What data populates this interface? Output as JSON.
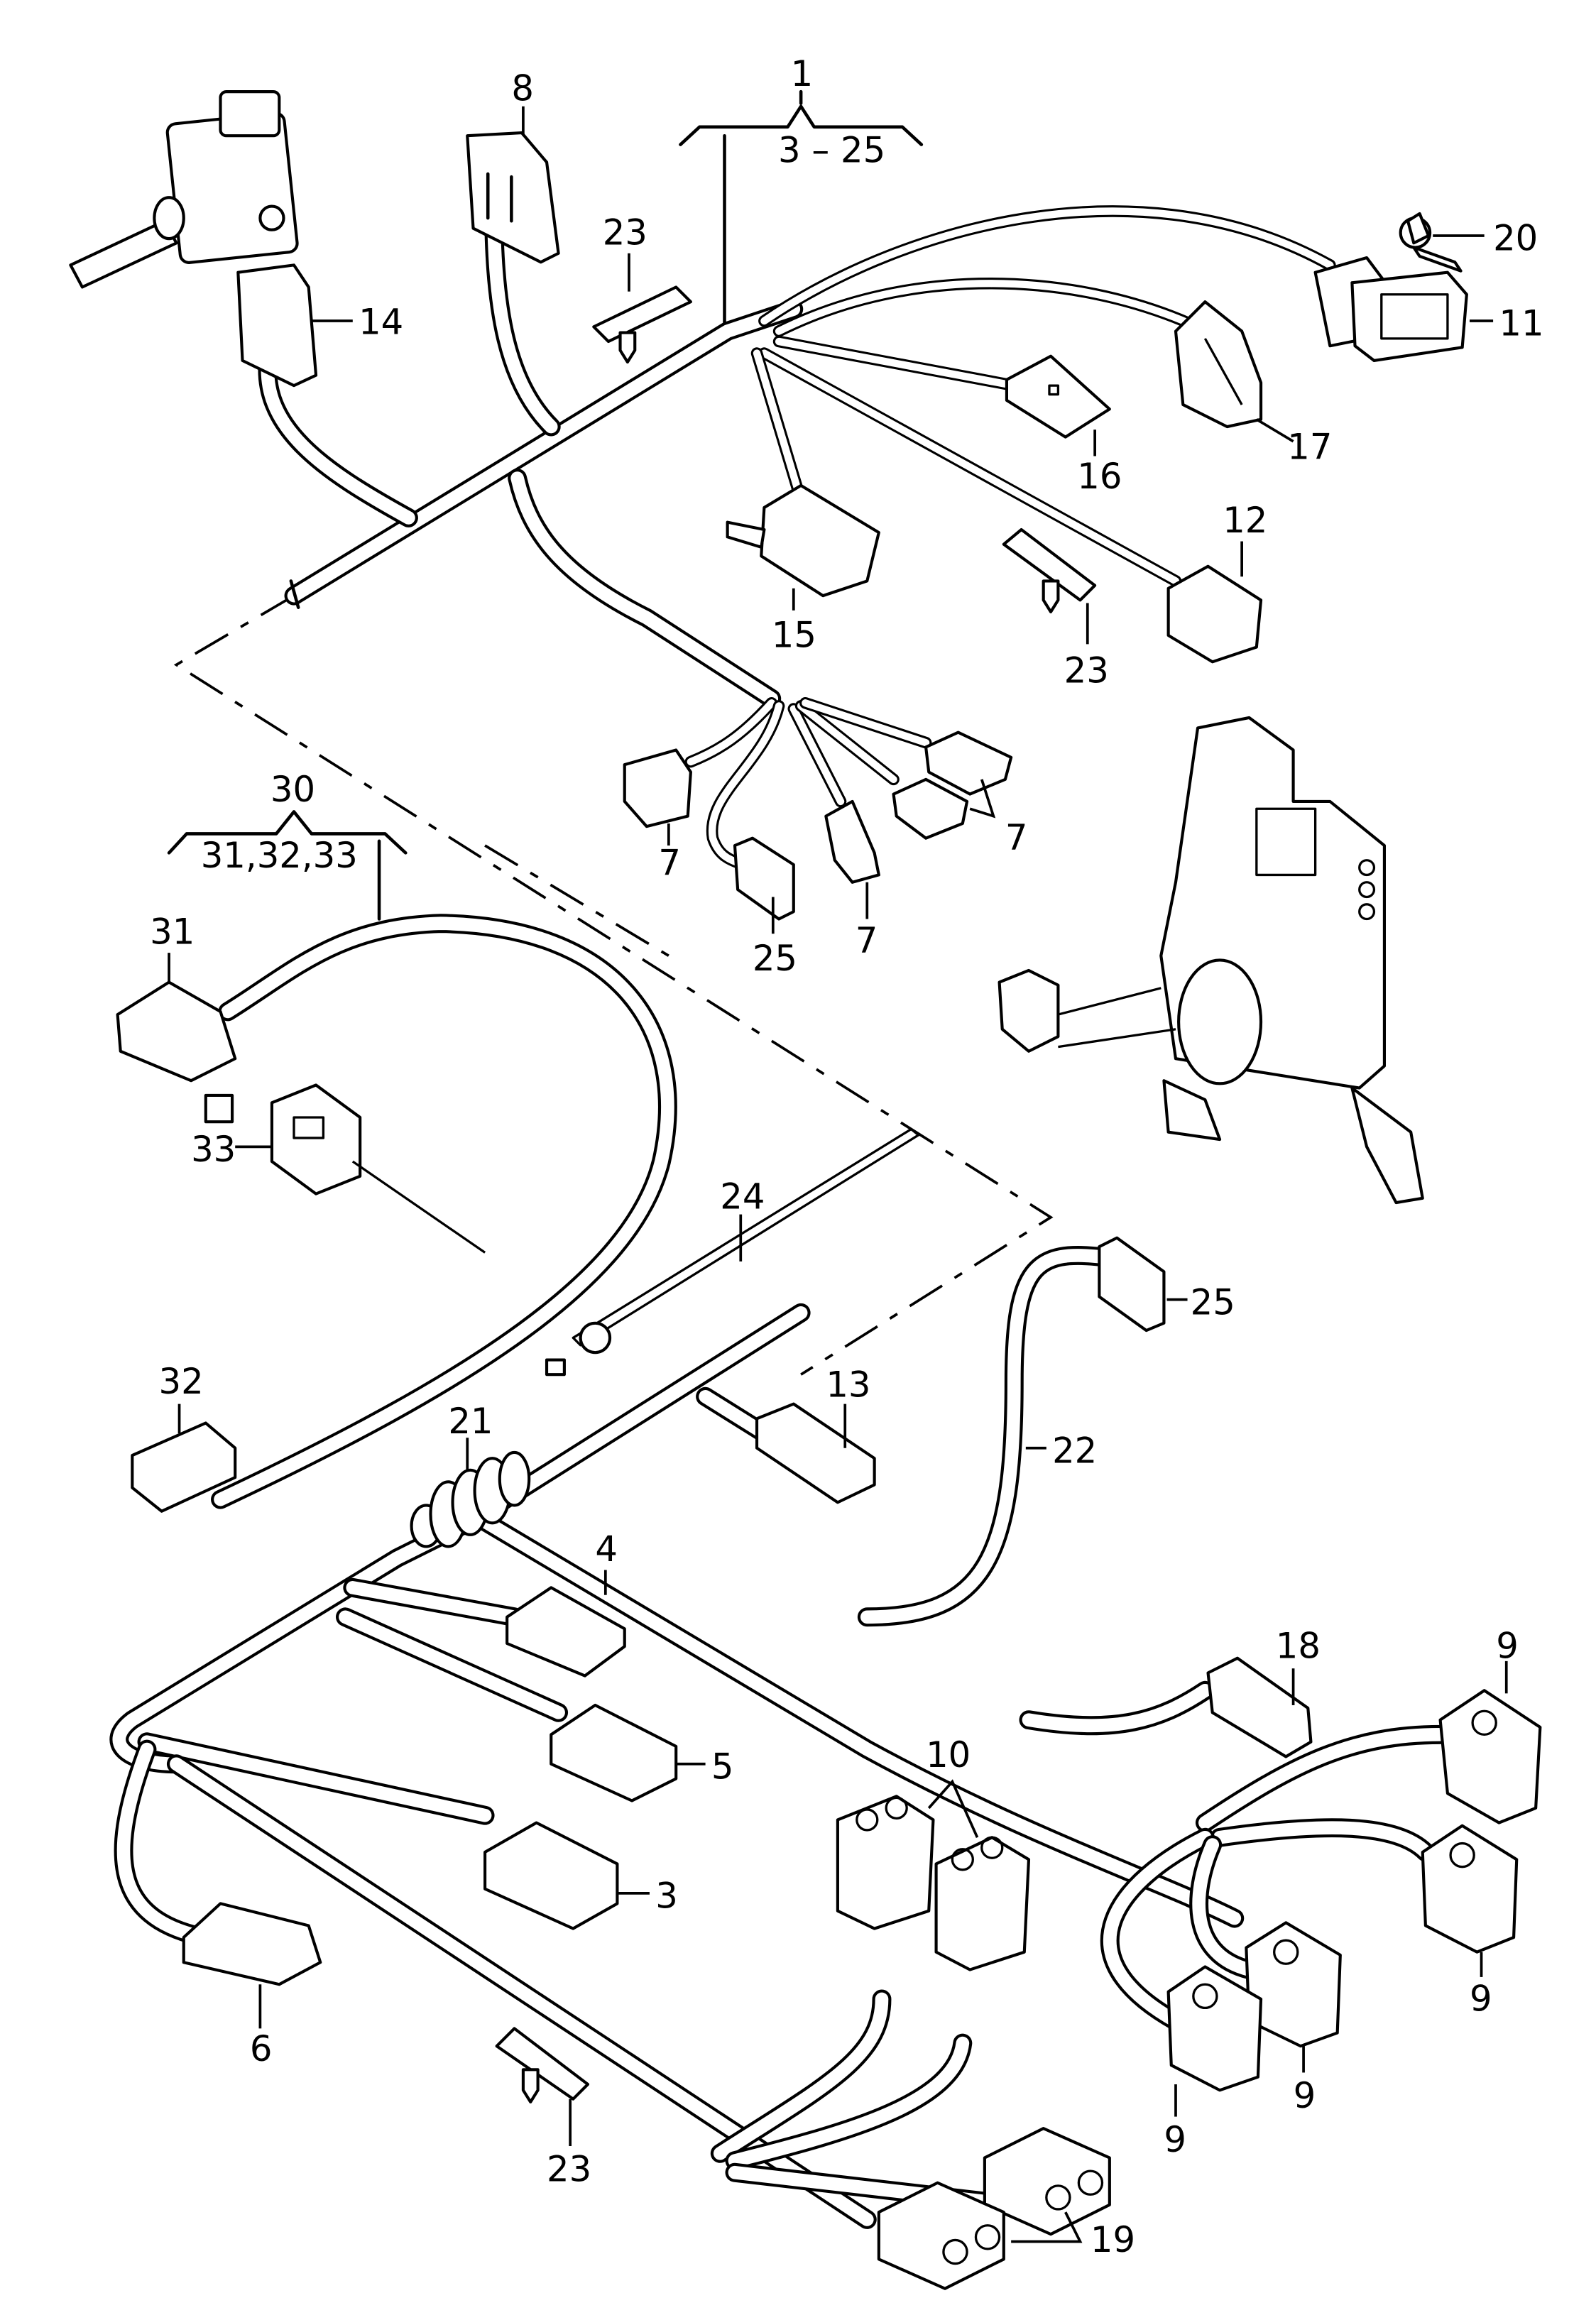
{
  "diagram": {
    "title": "Wiring harness assembly — exploded parts view",
    "groups": [
      {
        "id": "group-1",
        "label": "1",
        "range": "3 – 25"
      },
      {
        "id": "group-30",
        "label": "30",
        "range": "31,32,33"
      }
    ],
    "callouts": {
      "p3": "3",
      "p4": "4",
      "p5": "5",
      "p6": "6",
      "p7a": "7",
      "p7b": "7",
      "p7c": "7",
      "p8": "8",
      "p9a": "9",
      "p9b": "9",
      "p9c": "9",
      "p9d": "9",
      "p10": "10",
      "p11": "11",
      "p12": "12",
      "p13": "13",
      "p14": "14",
      "p15": "15",
      "p16": "16",
      "p17": "17",
      "p18": "18",
      "p19": "19",
      "p20": "20",
      "p21": "21",
      "p22": "22",
      "p23a": "23",
      "p23b": "23",
      "p23c": "23",
      "p24": "24",
      "p25a": "25",
      "p25b": "25",
      "p31": "31",
      "p32": "32",
      "p33": "33"
    },
    "parts": [
      {
        "number": "1",
        "type": "wiring harness",
        "includes": "3 – 25"
      },
      {
        "number": "3",
        "type": "connector housing"
      },
      {
        "number": "4",
        "type": "connector housing"
      },
      {
        "number": "5",
        "type": "connector housing"
      },
      {
        "number": "6",
        "type": "connector housing"
      },
      {
        "number": "7",
        "type": "connector housing",
        "count_shown": 4
      },
      {
        "number": "8",
        "type": "connector housing"
      },
      {
        "number": "9",
        "type": "antenna connector",
        "count_shown": 4
      },
      {
        "number": "10",
        "type": "twin connector",
        "count_shown": 2
      },
      {
        "number": "11",
        "type": "connector housing"
      },
      {
        "number": "12",
        "type": "connector housing"
      },
      {
        "number": "13",
        "type": "connector housing"
      },
      {
        "number": "14",
        "type": "connector housing"
      },
      {
        "number": "15",
        "type": "connector housing"
      },
      {
        "number": "16",
        "type": "connector housing"
      },
      {
        "number": "17",
        "type": "connector housing"
      },
      {
        "number": "18",
        "type": "connector housing"
      },
      {
        "number": "19",
        "type": "twin connector",
        "count_shown": 2
      },
      {
        "number": "20",
        "type": "clip"
      },
      {
        "number": "21",
        "type": "grommet"
      },
      {
        "number": "22",
        "type": "wire lead"
      },
      {
        "number": "23",
        "type": "tape with expanding clip",
        "count_shown": 3
      },
      {
        "number": "24",
        "type": "cable tie"
      },
      {
        "number": "25",
        "type": "connector housing",
        "count_shown": 2
      },
      {
        "number": "30",
        "type": "wiring harness",
        "includes": "31,32,33"
      },
      {
        "number": "31",
        "type": "connector housing"
      },
      {
        "number": "32",
        "type": "connector housing"
      },
      {
        "number": "33",
        "type": "holder with cable tie"
      }
    ]
  }
}
